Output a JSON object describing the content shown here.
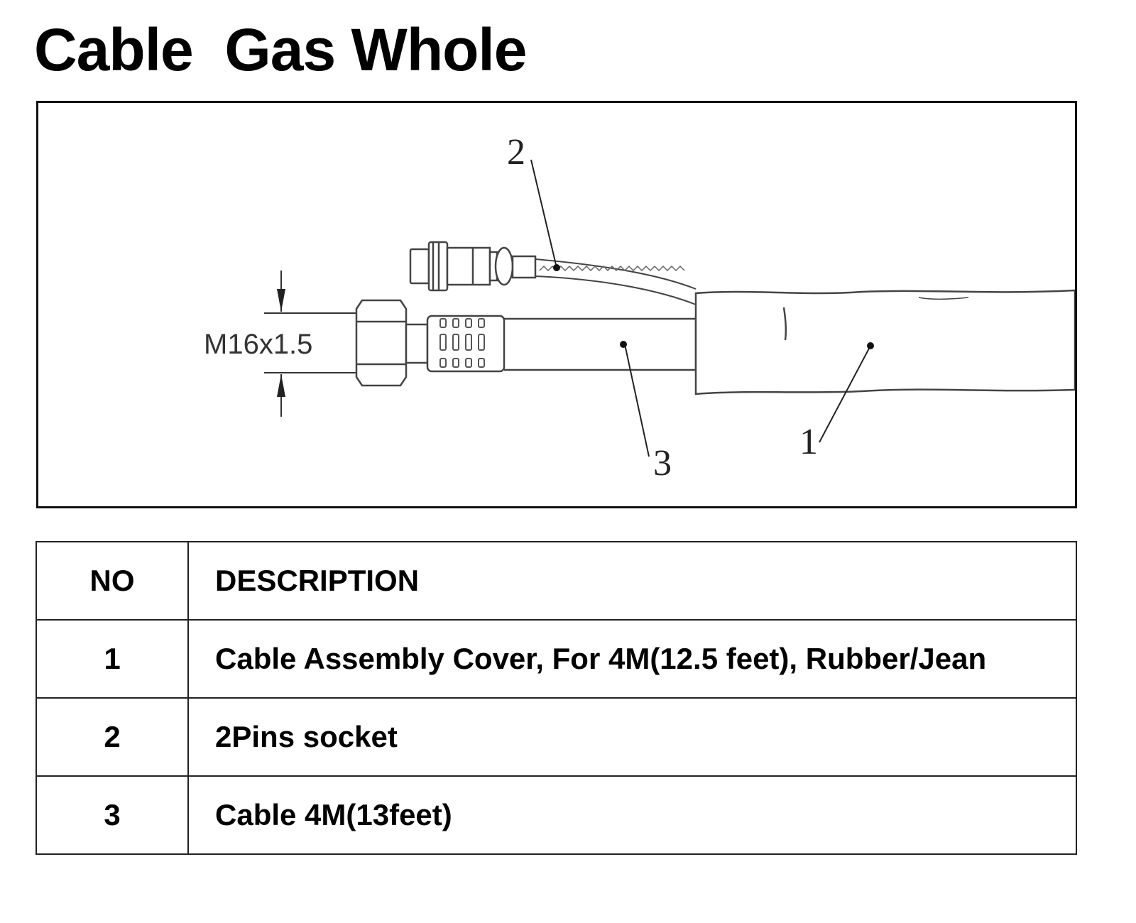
{
  "title": "Cable  Gas Whole",
  "diagram": {
    "dimension_label": "M16x1.5",
    "callouts": [
      "1",
      "2",
      "3"
    ]
  },
  "table": {
    "headers": {
      "no": "NO",
      "description": "DESCRIPTION"
    },
    "rows": [
      {
        "no": "1",
        "description": "Cable Assembly Cover, For 4M(12.5 feet), Rubber/Jean"
      },
      {
        "no": "2",
        "description": "2Pins socket"
      },
      {
        "no": "3",
        "description": "Cable 4M(13feet)"
      }
    ]
  }
}
